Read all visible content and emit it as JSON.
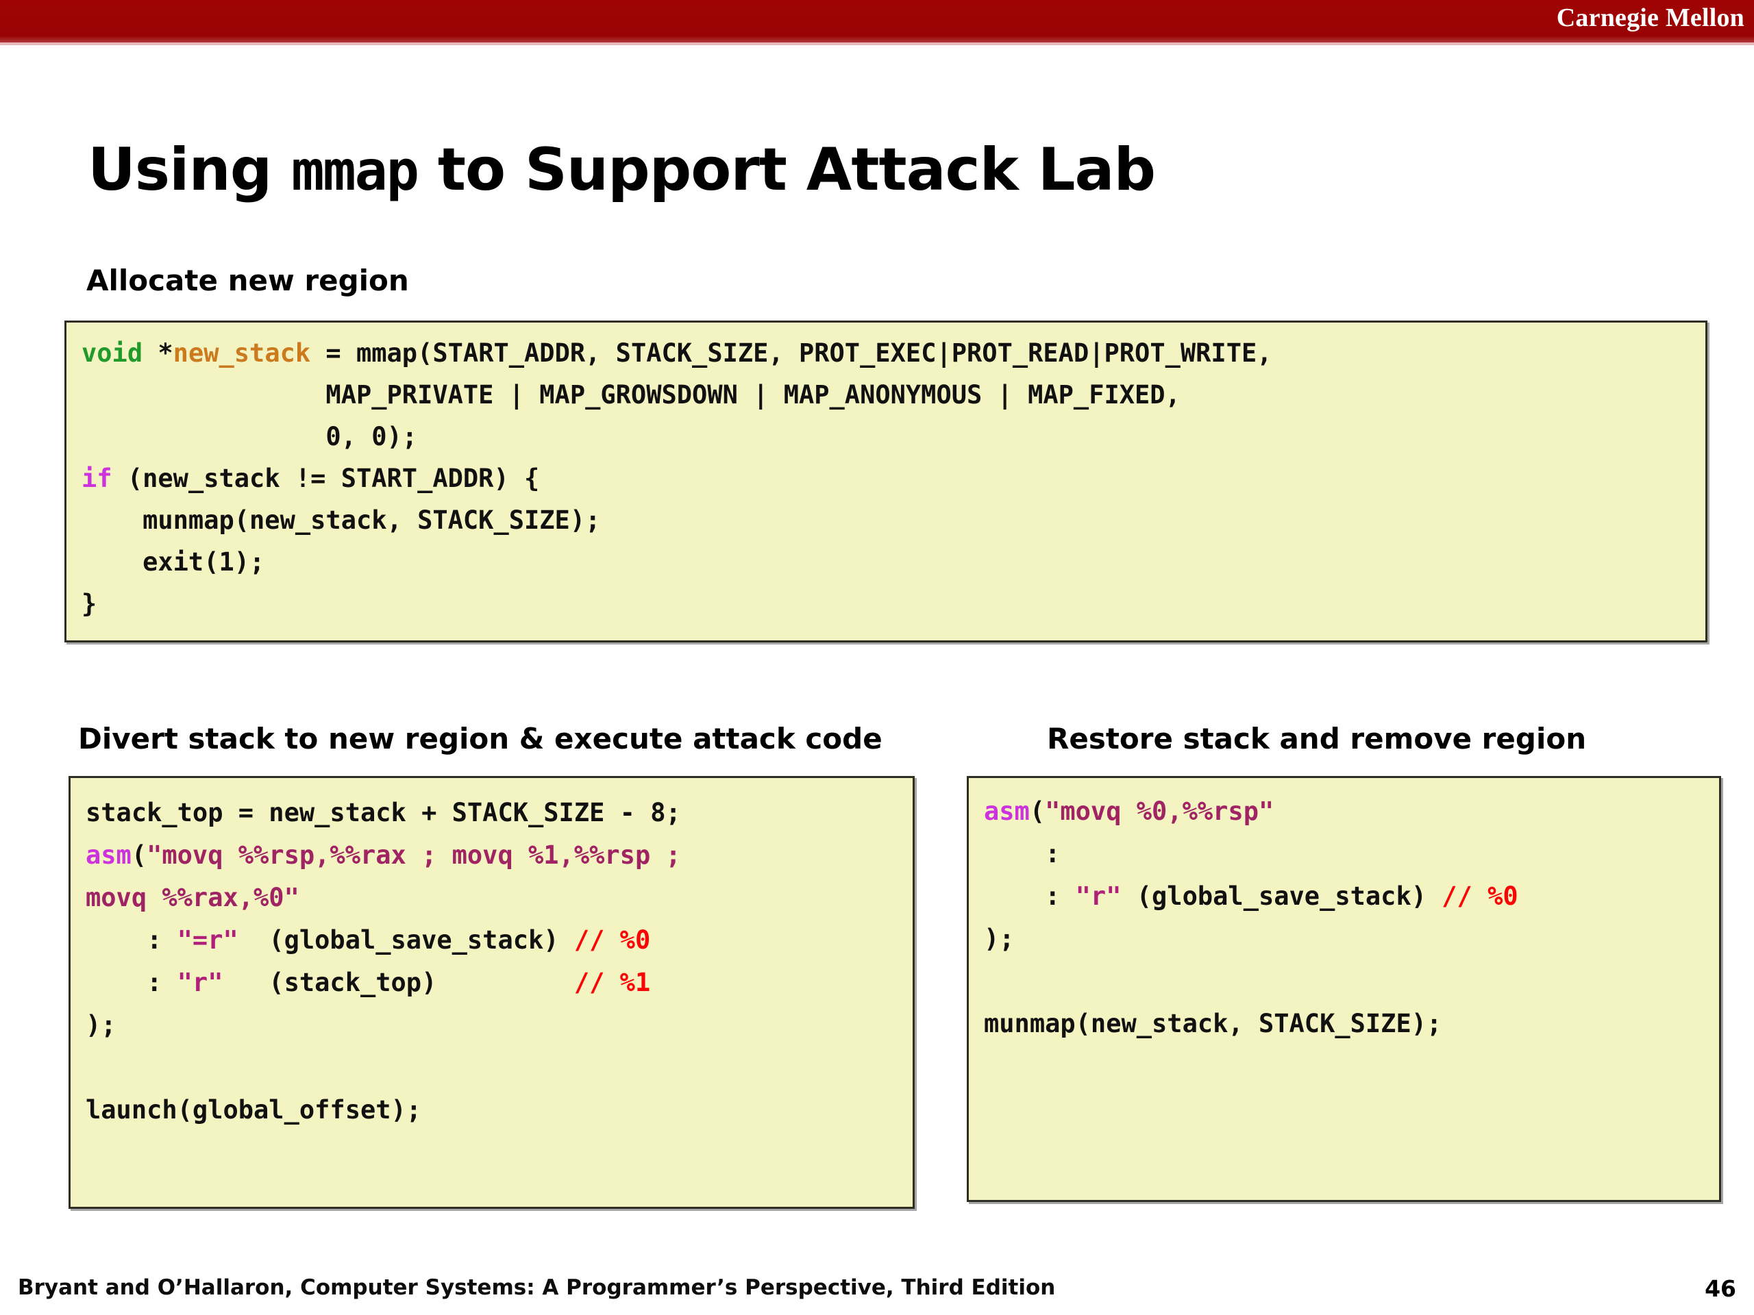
{
  "header": {
    "brand": "Carnegie Mellon",
    "bar_color": "#9e0505"
  },
  "title": {
    "prefix": "Using ",
    "mono": "mmap",
    "suffix": " to Support Attack Lab"
  },
  "sections": {
    "allocate_heading": "Allocate new region",
    "divert_heading": "Divert stack to new region & execute attack code",
    "restore_heading": "Restore stack and remove region"
  },
  "code_allocate": {
    "line1_void": "void",
    "line1_star": " *",
    "line1_ident": "new_stack",
    "line1_rest": " = mmap(START_ADDR, STACK_SIZE, PROT_EXEC|PROT_READ|PROT_WRITE,",
    "line2": "                MAP_PRIVATE | MAP_GROWSDOWN | MAP_ANONYMOUS | MAP_FIXED,",
    "line3": "                0, 0);",
    "line4_if": "if",
    "line4_rest": " (new_stack != START_ADDR) {",
    "line5": "    munmap(new_stack, STACK_SIZE);",
    "line6": "    exit(1);",
    "line7": "}"
  },
  "code_divert": {
    "line1": "stack_top = new_stack + STACK_SIZE - 8;",
    "line2_asm": "asm",
    "line2_paren": "(",
    "line2_str": "\"movq %%rsp,%%rax ; movq %1,%%rsp ;",
    "line3_str": "movq %%rax,%0\"",
    "line4_colon": "    : ",
    "line4_cons": "\"=r\"",
    "line4_rest": "  (global_save_stack) ",
    "line4_comment": "// %0",
    "line5_colon": "    : ",
    "line5_cons": "\"r\"",
    "line5_rest": "   (stack_top)         ",
    "line5_comment": "// %1",
    "line6": ");",
    "line7": "",
    "line8": "launch(global_offset);"
  },
  "code_restore": {
    "line1_asm": "asm",
    "line1_paren": "(",
    "line1_str": "\"movq %0,%%rsp\"",
    "line2": "    :",
    "line3_colon": "    : ",
    "line3_cons": "\"r\"",
    "line3_rest": " (global_save_stack) ",
    "line3_comment": "// %0",
    "line4": ");",
    "line5": "",
    "line6": "munmap(new_stack, STACK_SIZE);"
  },
  "footer": {
    "attribution": "Bryant and O’Hallaron, Computer Systems: A Programmer’s Perspective, Third Edition",
    "page_number": "46"
  },
  "colors": {
    "header_red": "#9e0505",
    "code_bg": "#f4f4c3",
    "keyword_type": "#22992b",
    "identifier": "#cc7a1e",
    "keyword_ctrl": "#cc33dd",
    "asm_string": "#a02464",
    "constraint_string": "#b0207a",
    "comment_red": "#fa0505"
  }
}
